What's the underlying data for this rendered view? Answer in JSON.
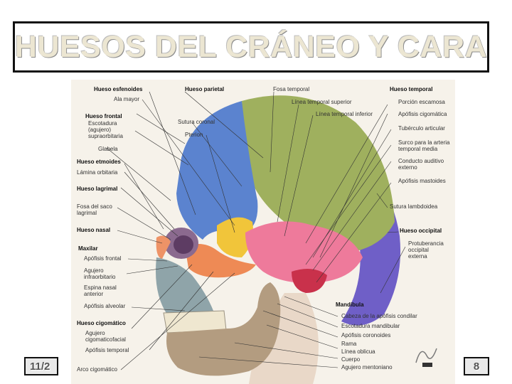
{
  "slide": {
    "title": "HUESOS DEL CRÁNEO Y CARA",
    "date": "11/2",
    "page_number": "8"
  },
  "labels": {
    "esfenoides": "Hueso esfenoides",
    "ala_mayor": "Ala mayor",
    "frontal": "Hueso frontal",
    "escotadura": "Escotadura",
    "agujero_supra": "(agujero)",
    "supraorbitaria": "supraorbitaria",
    "glabela": "Glabela",
    "etmoides": "Hueso etmoides",
    "lamina": "Lámina orbitaria",
    "lagrimal": "Hueso lagrimal",
    "fosa_saco": "Fosa del saco",
    "lagrimal2": "lagrimal",
    "nasal": "Hueso nasal",
    "maxilar": "Maxilar",
    "apofisis_frontal": "Apófisis frontal",
    "agujero_infra": "Agujero",
    "infraorbitario": "infraorbitario",
    "espina": "Espina nasal",
    "anterior": "anterior",
    "alveolar": "Apófisis alveolar",
    "cigomatico": "Hueso cigomático",
    "agujero_ciga": "Agujero",
    "cigomaticofacial": "cigomaticofacial",
    "apofisis_temporal": "Apófisis temporal",
    "arco": "Arco cigomático",
    "parietal": "Hueso parietal",
    "sutura_coronal": "Sutura coronal",
    "pterion": "Pterion",
    "fosa_temporal": "Fosa temporal",
    "linea_sup": "Línea temporal superior",
    "linea_inf": "Línea temporal inferior",
    "temporal": "Hueso temporal",
    "escamosa": "Porción escamosa",
    "cigomatica": "Apófisis cigomática",
    "tuberculo": "Tubérculo articular",
    "surco": "Surco para la arteria",
    "temporal_media": "temporal media",
    "conducto": "Conducto auditivo",
    "externo": "externo",
    "mastoides": "Apófisis mastoides",
    "lambdoidea": "Sutura lambdoidea",
    "occipital": "Hueso occipital",
    "protuberancia": "Protuberancia",
    "occipital2": "occipital",
    "externa": "externa",
    "mandibula": "Mandíbula",
    "cabeza": "Cabeza de la apófisis condilar",
    "escotadura_mand": "Escotadura mandibular",
    "coronoides": "Apófisis coronoides",
    "rama": "Rama",
    "oblicua": "Línea oblicua",
    "cuerpo": "Cuerpo",
    "mentoniano": "Agujero mentoniano"
  }
}
